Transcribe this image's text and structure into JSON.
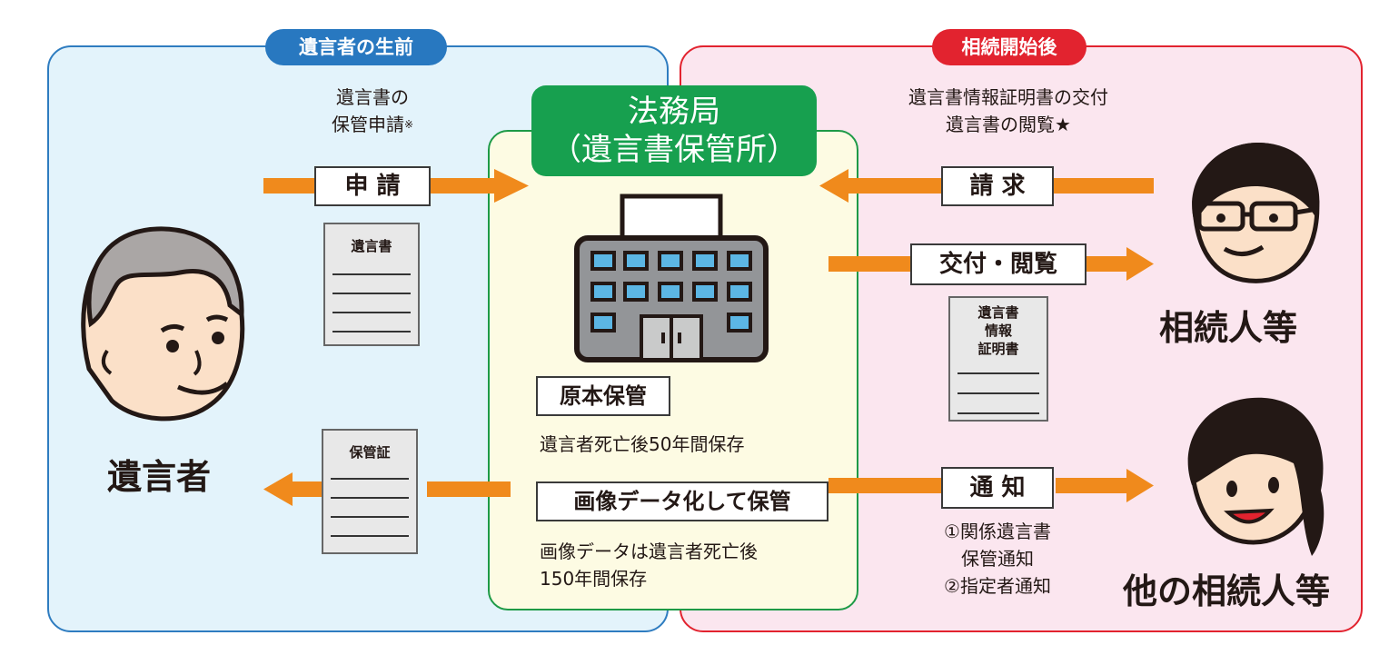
{
  "left": {
    "label": "遺言者の生前",
    "apply_note_line1": "遺言書の",
    "apply_note_line2": "保管申請",
    "apply_note_mark": "※",
    "apply_button": "申 請",
    "will_doc_title": "遺言書",
    "cert_doc_title": "保管証",
    "person_label": "遺言者"
  },
  "center": {
    "title_line1": "法務局",
    "title_line2": "（遺言書保管所）",
    "original_label": "原本保管",
    "original_note": "遺言者死亡後50年間保存",
    "image_label": "画像データ化して保管",
    "image_note_line1": "画像データは遺言者死亡後",
    "image_note_line2": "150年間保存"
  },
  "right": {
    "label": "相続開始後",
    "request_note_line1": "遺言書情報証明書の交付",
    "request_note_line2": "遺言書の閲覧★",
    "request_button": "請 求",
    "issue_button": "交付・閲覧",
    "info_doc_title_1": "遺言書",
    "info_doc_title_2": "情報",
    "info_doc_title_3": "証明書",
    "heir_label": "相続人等",
    "notify_button": "通 知",
    "notify_note_1": "①関係遺言書",
    "notify_note_2": "保管通知",
    "notify_note_3": "②指定者通知",
    "other_heir_label": "他の相続人等"
  },
  "colors": {
    "blue": "#2878c0",
    "red": "#e2232f",
    "green": "#17a04f",
    "orange": "#f08a1c"
  }
}
